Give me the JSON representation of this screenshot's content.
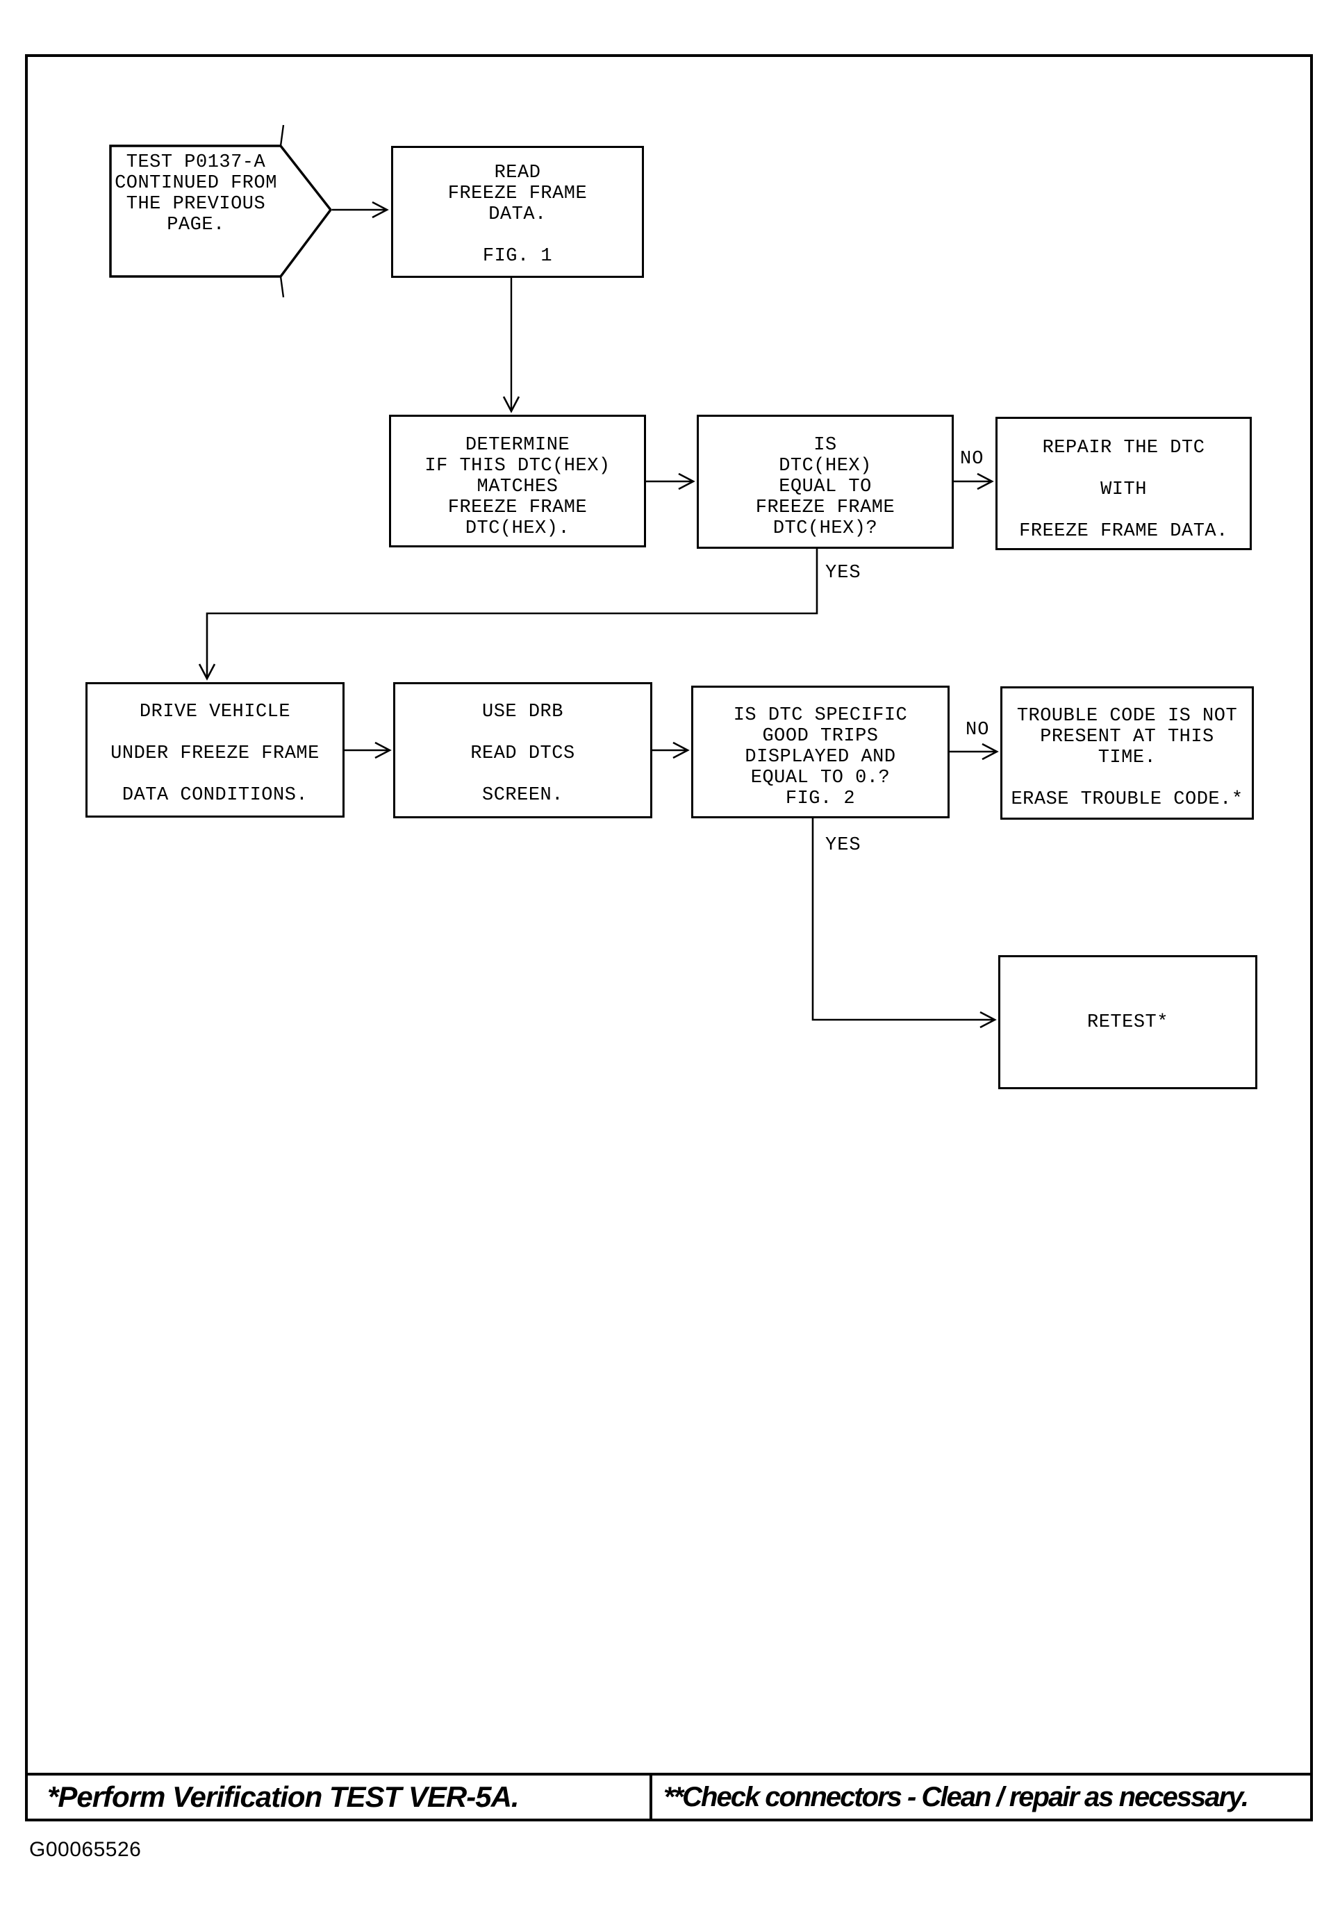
{
  "figure_code": "G00065526",
  "flowchart": {
    "start_arrow": {
      "lines": [
        "TEST P0137-A",
        "CONTINUED FROM",
        "THE PREVIOUS",
        "PAGE."
      ]
    },
    "nodes": {
      "read_freeze_frame": {
        "lines": [
          "READ",
          "FREEZE FRAME",
          "DATA.",
          "",
          "FIG. 1"
        ]
      },
      "determine_match": {
        "lines": [
          "DETERMINE",
          "IF THIS DTC(HEX)",
          "MATCHES",
          "FREEZE FRAME",
          "DTC(HEX)."
        ]
      },
      "is_dtc_equal": {
        "lines": [
          "IS",
          "DTC(HEX)",
          "EQUAL TO",
          "FREEZE FRAME",
          "DTC(HEX)?"
        ]
      },
      "repair_dtc": {
        "lines": [
          "REPAIR THE DTC",
          "",
          "WITH",
          "",
          "FREEZE FRAME DATA."
        ]
      },
      "drive_vehicle": {
        "lines": [
          "DRIVE VEHICLE",
          "",
          "UNDER FREEZE FRAME",
          "",
          "DATA CONDITIONS."
        ]
      },
      "use_drb": {
        "lines": [
          "USE DRB",
          "",
          "READ DTCS",
          "",
          "SCREEN."
        ]
      },
      "is_good_trips_zero": {
        "lines": [
          "IS DTC SPECIFIC",
          "GOOD TRIPS",
          "DISPLAYED AND",
          "EQUAL TO 0.?",
          "FIG. 2"
        ]
      },
      "trouble_code_not_present": {
        "lines": [
          "TROUBLE CODE IS NOT",
          "PRESENT AT THIS",
          "TIME.",
          "",
          "ERASE TROUBLE CODE.*"
        ]
      },
      "retest": {
        "lines": [
          "RETEST*"
        ]
      }
    },
    "branch_labels": {
      "no_1": "NO",
      "yes_1": "YES",
      "no_2": "NO",
      "yes_2": "YES"
    }
  },
  "footnotes": {
    "left": "*Perform Verification TEST VER-5A.",
    "right": "**Check connectors - Clean / repair as necessary."
  }
}
